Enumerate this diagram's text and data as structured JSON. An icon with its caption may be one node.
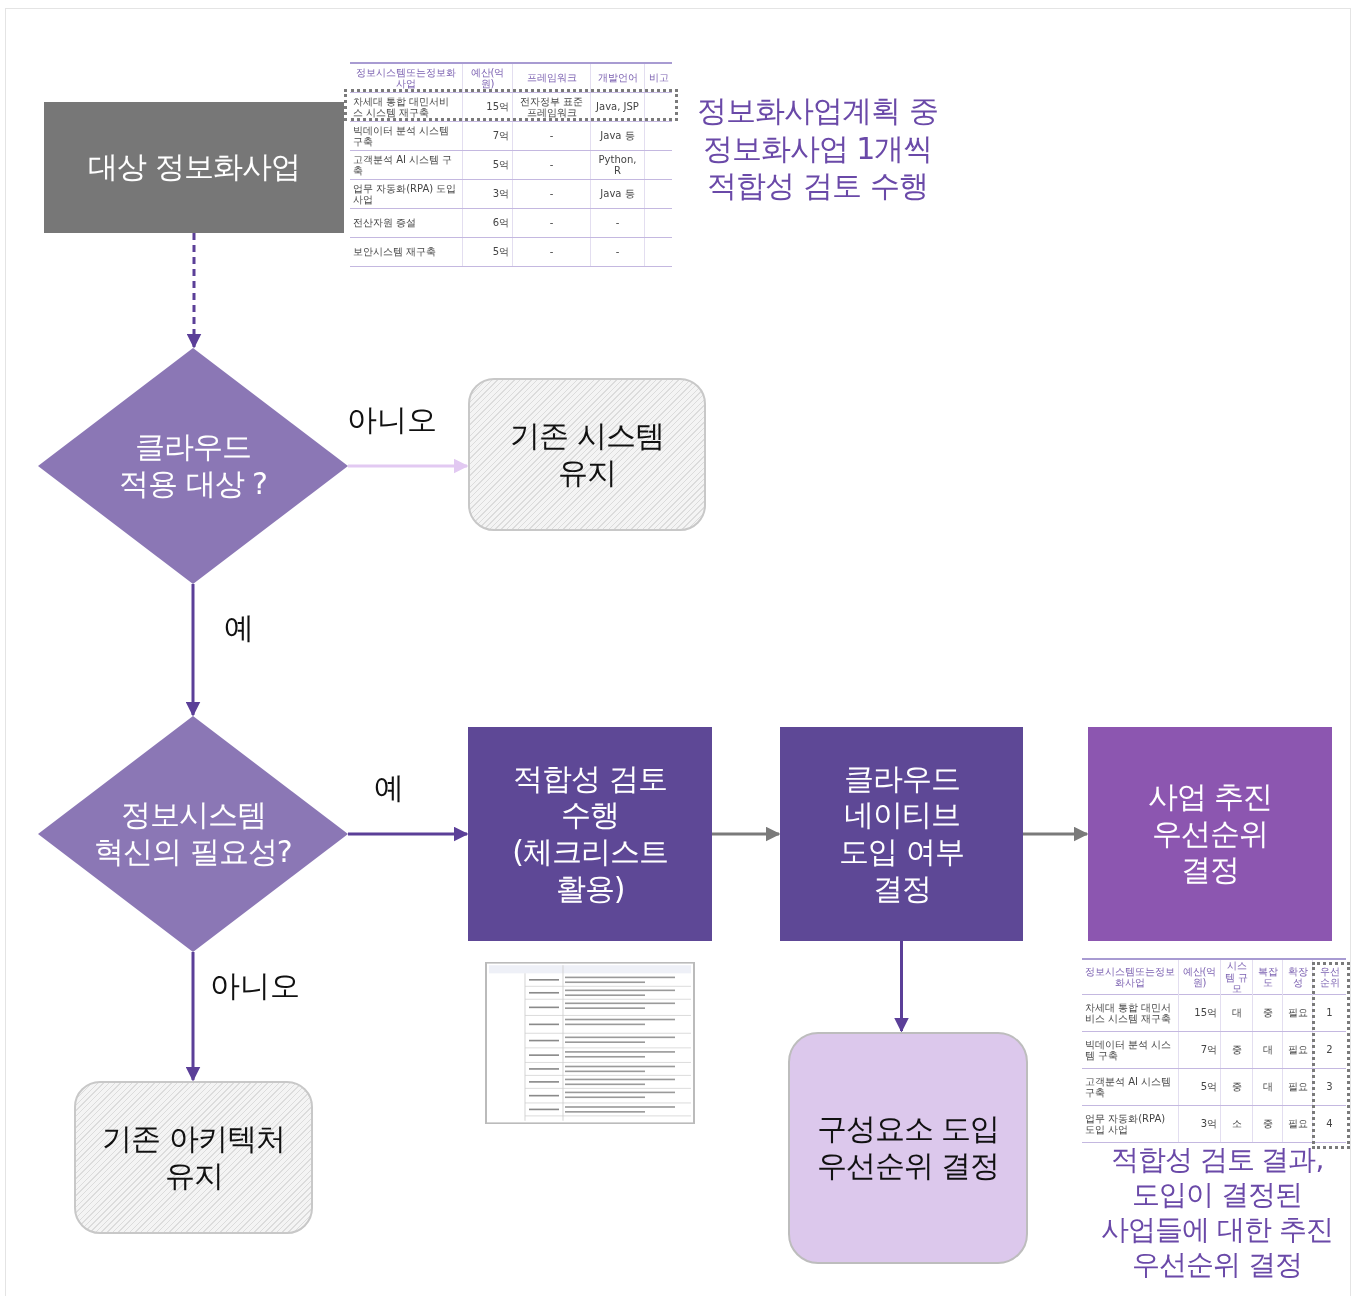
{
  "diagram": {
    "nodes": [
      {
        "text": [
          "대상 정보화사업"
        ]
      },
      {
        "text": [
          "클라우드 적용 대상 ?"
        ]
      },
      {
        "text": [
          "기존 시스템 유지"
        ]
      },
      {
        "text": [
          "정보시스템 혁신의 필요성?"
        ]
      },
      {
        "text": [
          "적합성 검토 수행 (체크리스트 활용)"
        ]
      },
      {
        "text": [
          "클라우드 네이티브 도입 여부 결정"
        ]
      },
      {
        "text": [
          "사업 추진 우선순위 결정"
        ]
      },
      {
        "text": [
          "기존 아키텍처 유지"
        ]
      },
      {
        "text": [
          "구성요소 도입 우선순위 결정"
        ]
      }
    ],
    "edges": [
      {
        "from": 0,
        "to": 1,
        "arrow": "to",
        "style": "dashed"
      },
      {
        "from": 1,
        "to": 2,
        "arrow": "to",
        "label": "아니오",
        "color": "#e2c9f2"
      },
      {
        "from": 1,
        "to": 3,
        "arrow": "to",
        "label": "예"
      },
      {
        "from": 3,
        "to": 4,
        "arrow": "to",
        "label": "예"
      },
      {
        "from": 3,
        "to": 7,
        "arrow": "to",
        "label": "아니오"
      },
      {
        "from": 4,
        "to": 5,
        "arrow": "to",
        "color": "#7a7a7a"
      },
      {
        "from": 5,
        "to": 6,
        "arrow": "to",
        "color": "#7a7a7a"
      },
      {
        "from": 5,
        "to": 8,
        "arrow": "to"
      }
    ],
    "labels": [
      "정보시스템또는정보화사업",
      "예산(억원)",
      "프레임워크",
      "개발언어",
      "비고",
      "차세대 통합 대민서비스 시스템 재구축",
      "15억",
      "전자정부 표준 프레임워크",
      "Java, JSP",
      "빅데이터 분석 시스템 구축",
      "7억",
      "-",
      "Java 등",
      "고객분석 AI 시스템 구축",
      "5억",
      "-",
      "Python, R",
      "업무 자동화(RPA) 도입 사업",
      "3억",
      "-",
      "Java 등",
      "전산자원 증설",
      "6억",
      "-",
      "-",
      "보안시스템 재구축",
      "5억",
      "-",
      "-",
      "정보화사업계획 중 정보화사업 1개씩 적합성 검토 수행",
      "정보시스템또는정보화사업",
      "예산(억원)",
      "시스템 규모",
      "복잡도",
      "확장성",
      "우선순위",
      "차세대 통합 대민서비스 시스템 재구축",
      "15억",
      "대",
      "중",
      "필요",
      "1",
      "빅데이터 분석 시스템 구축",
      "7억",
      "중",
      "대",
      "필요",
      "2",
      "고객분석 AI 시스템 구축",
      "5억",
      "중",
      "대",
      "필요",
      "3",
      "업무 자동화(RPA) 도입 사업",
      "3억",
      "소",
      "중",
      "필요",
      "4",
      "적합성 검토 결과, 도입이 결정된 사업들에 대한 추진 우선순위 결정"
    ]
  }
}
